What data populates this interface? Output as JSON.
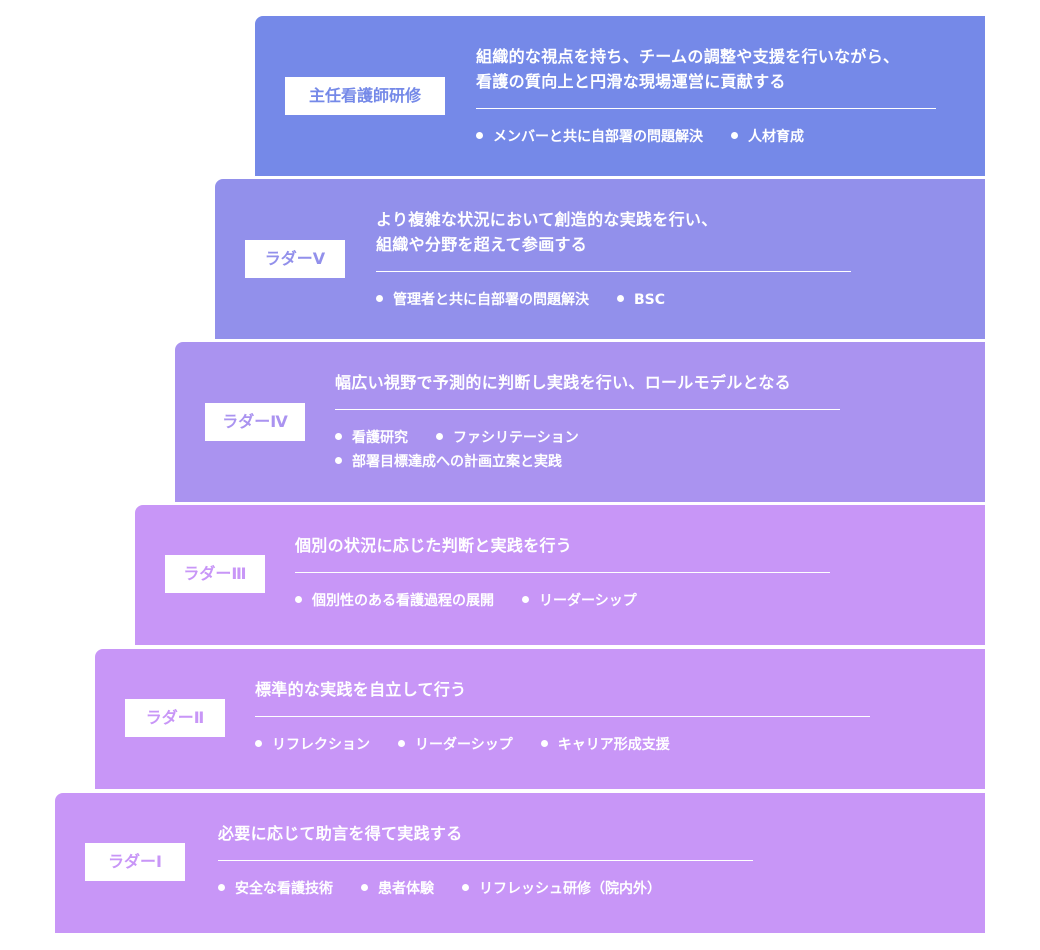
{
  "levels": [
    {
      "label": "主任看護師研修",
      "color": "#7589E8",
      "title": [
        "組織的な視点を持ち、チームの調整や支援を行いながら、",
        "看護の質向上と円滑な現場運営に貢献する"
      ],
      "items": [
        "メンバーと共に自部署の問題解決",
        "人材育成"
      ]
    },
    {
      "label": "ラダーⅤ",
      "color": "#9290EB",
      "title": [
        "より複雑な状況において創造的な実践を行い、",
        "組織や分野を超えて参画する"
      ],
      "items": [
        "管理者と共に自部署の問題解決",
        "BSC"
      ]
    },
    {
      "label": "ラダーⅣ",
      "color": "#AA93F0",
      "title": [
        "幅広い視野で予測的に判断し実践を行い、ロールモデルとなる"
      ],
      "items": [
        "看護研究",
        "ファシリテーション",
        "部署目標達成への計画立案と実践"
      ]
    },
    {
      "label": "ラダーⅢ",
      "color": "#C896F7",
      "title": [
        "個別の状況に応じた判断と実践を行う"
      ],
      "items": [
        "個別性のある看護過程の展開",
        "リーダーシップ"
      ]
    },
    {
      "label": "ラダーⅡ",
      "color": "#C896F7",
      "title": [
        "標準的な実践を自立して行う"
      ],
      "items": [
        "リフレクション",
        "リーダーシップ",
        "キャリア形成支援"
      ]
    },
    {
      "label": "ラダーⅠ",
      "color": "#C896F7",
      "title": [
        "必要に応じて助言を得て実践する"
      ],
      "items": [
        "安全な看護技術",
        "患者体験",
        "リフレッシュ研修（院内外）"
      ]
    }
  ]
}
